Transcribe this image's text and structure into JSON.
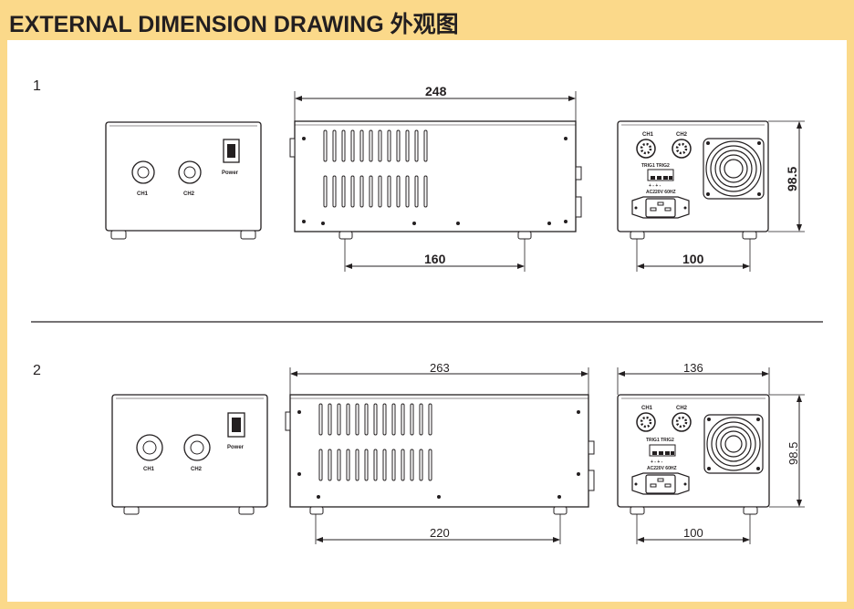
{
  "header": {
    "title": "EXTERNAL DIMENSION DRAWING 外观图"
  },
  "colors": {
    "frame": "#fbd98a",
    "panel": "#ffffff",
    "ink": "#231f20"
  },
  "sections": [
    {
      "number": "1",
      "front": {
        "ch1_label": "CH1",
        "ch2_label": "CH2",
        "power_label": "Power"
      },
      "side": {
        "top_dim": "248",
        "bottom_dim": "160"
      },
      "rear": {
        "ch1_label": "CH1",
        "ch2_label": "CH2",
        "trig_label": "TRIG1 TRIG2",
        "ac_label": "AC220V 60HZ",
        "plus_minus": "+ -  + -",
        "height_dim": "98.5",
        "bottom_dim": "100"
      }
    },
    {
      "number": "2",
      "front": {
        "ch1_label": "CH1",
        "ch2_label": "CH2",
        "power_label": "Power"
      },
      "side": {
        "top_dim": "263",
        "bottom_dim": "220"
      },
      "rear": {
        "ch1_label": "CH1",
        "ch2_label": "CH2",
        "trig_label": "TRIG1 TRIG2",
        "ac_label": "AC220V 60HZ",
        "plus_minus": "+ -  + -",
        "top_dim": "136",
        "height_dim": "98.5",
        "bottom_dim": "100"
      }
    }
  ]
}
